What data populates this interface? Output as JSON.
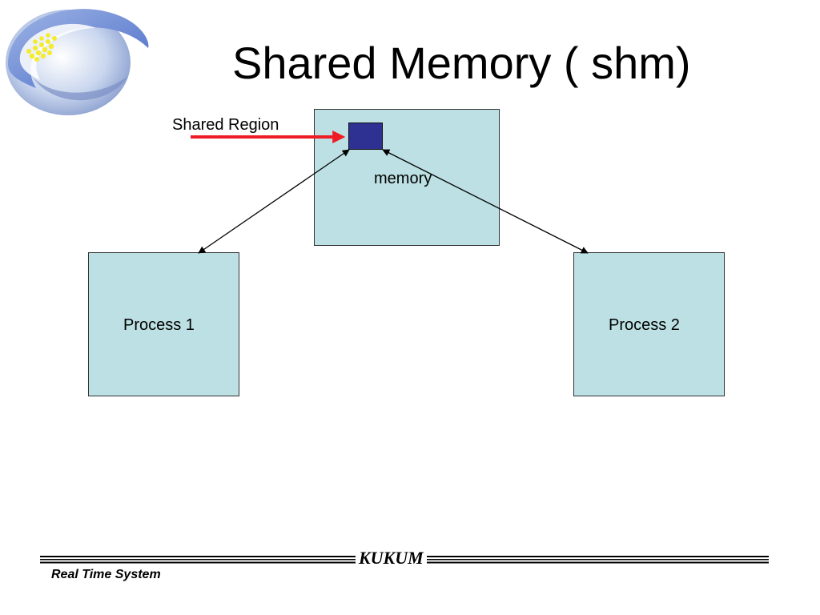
{
  "slide": {
    "title": "Shared Memory ( shm)",
    "shared_region_label": "Shared Region",
    "memory_label": "memory",
    "process1_label": "Process 1",
    "process2_label": "Process 2"
  },
  "footer": {
    "brand": "KUKUM",
    "subtitle": "Real Time System"
  },
  "colors": {
    "box_fill": "#bce0e3",
    "shared_region_fill": "#2e3192",
    "pointer_arrow": "#ee1c25"
  },
  "icons": {
    "logo": "kukum-logo"
  }
}
